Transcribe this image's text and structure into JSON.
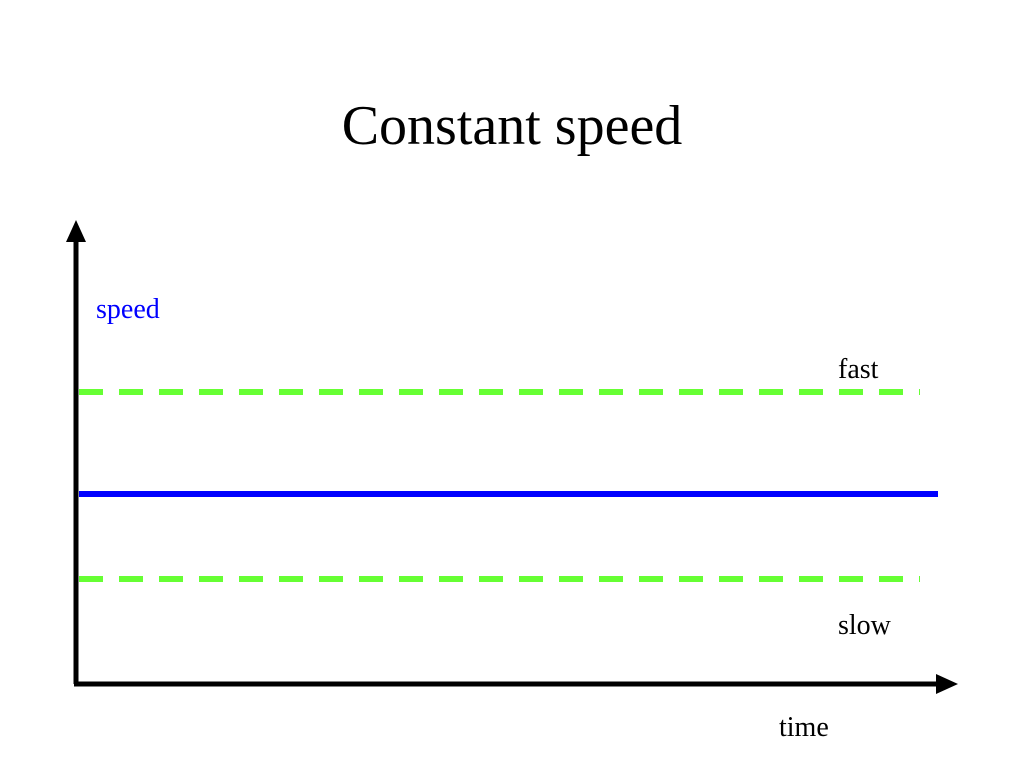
{
  "title": "Constant speed",
  "labels": {
    "y_axis": "speed",
    "x_axis": "time",
    "upper_line": "fast",
    "lower_line": "slow"
  },
  "colors": {
    "axis": "#000000",
    "speed_line": "#0000ff",
    "reference_lines": "#66ff33",
    "speed_label": "#0000ff",
    "text": "#000000"
  }
}
